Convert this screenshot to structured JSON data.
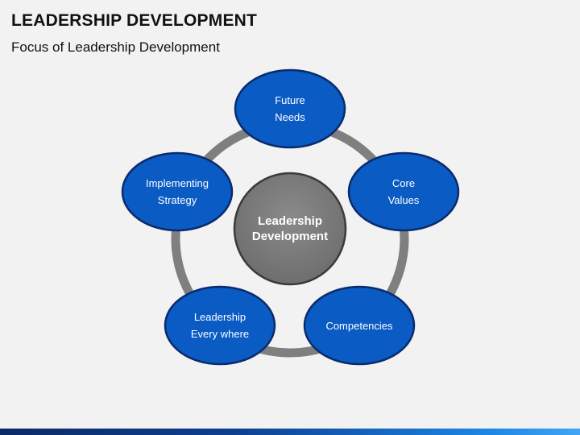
{
  "slide": {
    "title": "LEADERSHIP DEVELOPMENT",
    "subtitle": "Focus of Leadership Development"
  },
  "diagram": {
    "center": "Leadership\nDevelopment",
    "nodes": [
      {
        "id": "future-needs",
        "label": "Future\nNeeds"
      },
      {
        "id": "core-values",
        "label": "Core\nValues"
      },
      {
        "id": "competencies",
        "label": "Competencies"
      },
      {
        "id": "leadership-everywhere",
        "label": "Leadership\nEvery where"
      },
      {
        "id": "implementing-strategy",
        "label": "Implementing\nStrategy"
      }
    ]
  },
  "colors": {
    "node_fill": "#0a5bc4",
    "node_stroke": "#0a2b6e",
    "ring": "#7f7f7f",
    "center_fill": "#7f7f7f",
    "background": "#f2f2f2"
  }
}
